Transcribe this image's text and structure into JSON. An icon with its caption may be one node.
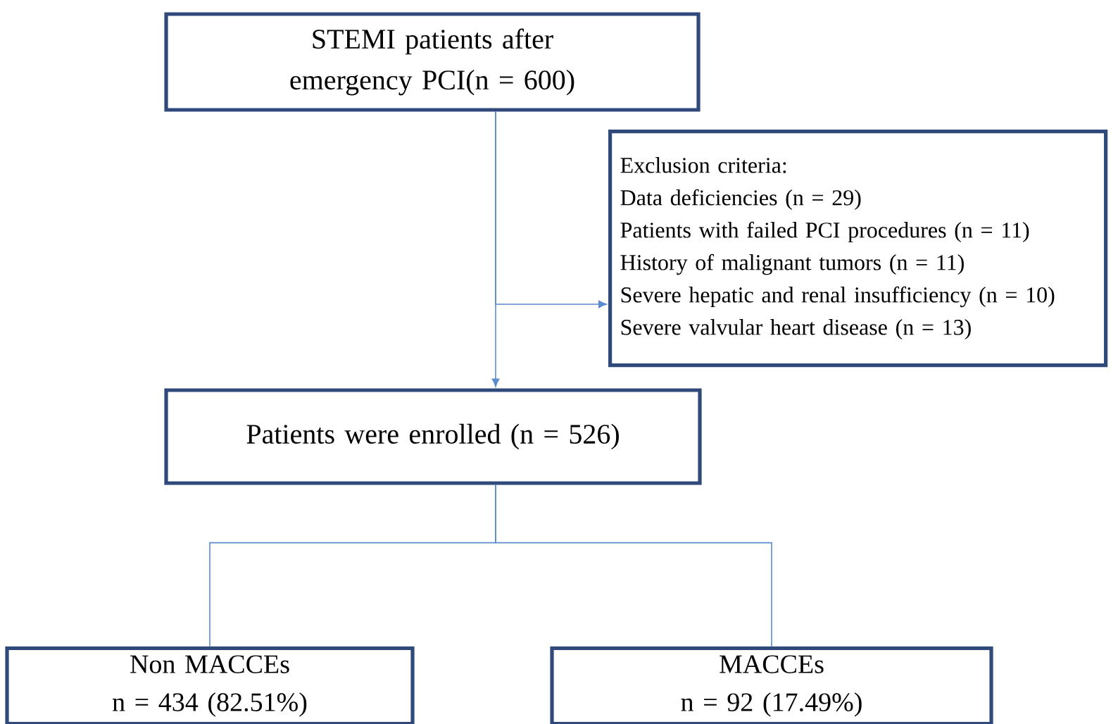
{
  "diagram": {
    "nodes": [
      {
        "text": [
          "STEMI patients after emergency PCI(n = 600)"
        ]
      },
      {
        "text": [
          "Exclusion criteria:",
          "Data deficiencies (n = 29)",
          "Patients with failed PCI procedures (n = 11)",
          "History of malignant tumors (n = 11)",
          "Severe hepatic and renal insufficiency (n = 10)",
          "Severe valvular heart disease (n = 13)"
        ]
      },
      {
        "text": [
          "Patients were enrolled (n = 526)"
        ]
      },
      {
        "text": [
          "Non MACCEs",
          "n = 434 (82.51%)"
        ]
      },
      {
        "text": [
          "MACCEs",
          "n = 92 (17.49%)"
        ]
      }
    ],
    "edges": [
      {
        "from": 0,
        "to": 2,
        "arrow": "to"
      },
      {
        "from": 0,
        "to": 1,
        "arrow": "to"
      },
      {
        "from": 2,
        "to": 3,
        "arrow": "none"
      },
      {
        "from": 2,
        "to": 4,
        "arrow": "none"
      }
    ]
  }
}
